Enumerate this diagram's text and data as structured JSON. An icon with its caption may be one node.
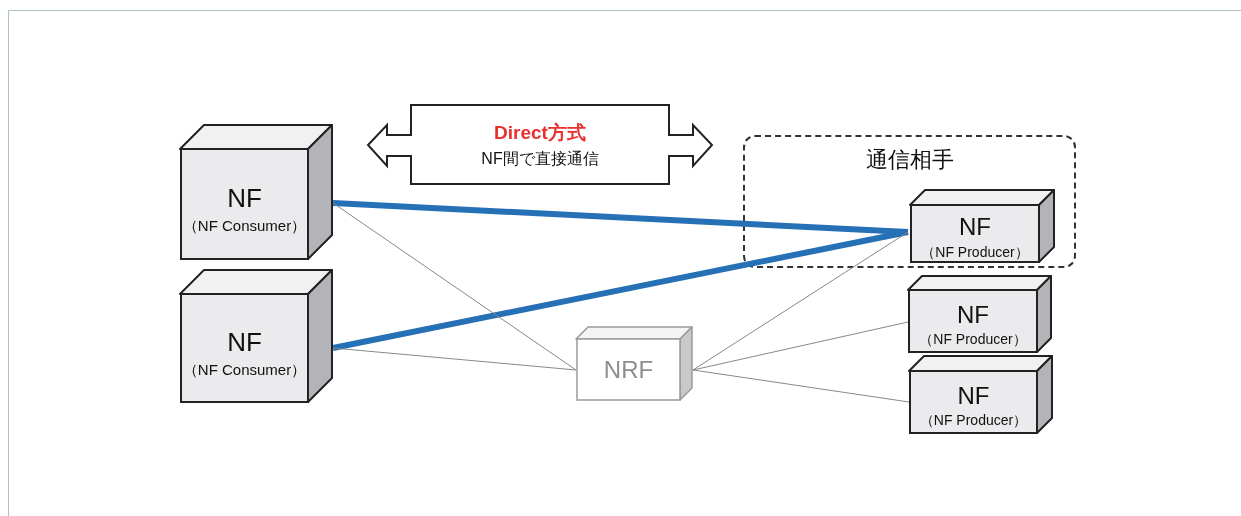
{
  "diagram": {
    "nodes": [
      {
        "text": [
          "NF",
          "（NF Consumer）"
        ]
      },
      {
        "text": [
          "Direct方式",
          "NF間で直接通信"
        ]
      },
      {
        "text": [
          "通信相手"
        ]
      },
      {
        "text": [
          "NF",
          "（NF Producer）"
        ],
        "in": 2
      },
      {
        "text": [
          "NF",
          "（NF Consumer）"
        ]
      },
      {
        "text": [
          "NRF"
        ]
      },
      {
        "text": [
          "NF",
          "（NF Producer）"
        ]
      },
      {
        "text": [
          "NF",
          "（NF Producer）"
        ]
      }
    ],
    "edges": [
      {
        "from": 0,
        "to": 3,
        "arrow": "none",
        "style": "thick",
        "color": "#2670b5"
      },
      {
        "from": 4,
        "to": 3,
        "arrow": "none",
        "style": "thick",
        "color": "#2670b5"
      },
      {
        "from": 0,
        "to": 5,
        "arrow": "none"
      },
      {
        "from": 4,
        "to": 5,
        "arrow": "none"
      },
      {
        "from": 5,
        "to": 3,
        "arrow": "none"
      },
      {
        "from": 5,
        "to": 6,
        "arrow": "none"
      },
      {
        "from": 5,
        "to": 7,
        "arrow": "none"
      }
    ]
  }
}
